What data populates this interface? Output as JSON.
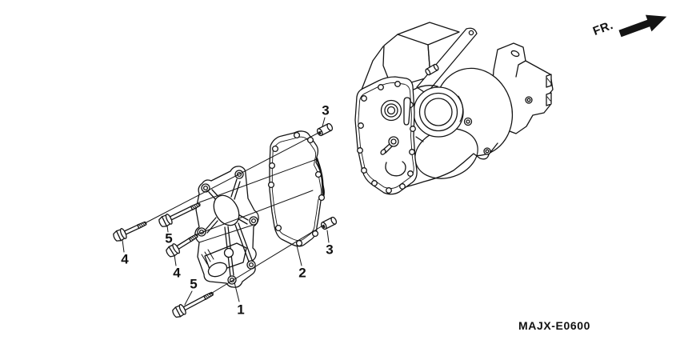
{
  "page": {
    "background": "#ffffff",
    "line_color": "#141414"
  },
  "header": {
    "fr_label": "FR.",
    "fr_arrow_icon": "arrow-up-right"
  },
  "callouts": [
    {
      "label": "1"
    },
    {
      "label": "2"
    },
    {
      "label": "3"
    },
    {
      "label": "3"
    },
    {
      "label": "4"
    },
    {
      "label": "4"
    },
    {
      "label": "5"
    },
    {
      "label": "5"
    }
  ],
  "footer": {
    "code": "MAJX-E0600"
  }
}
